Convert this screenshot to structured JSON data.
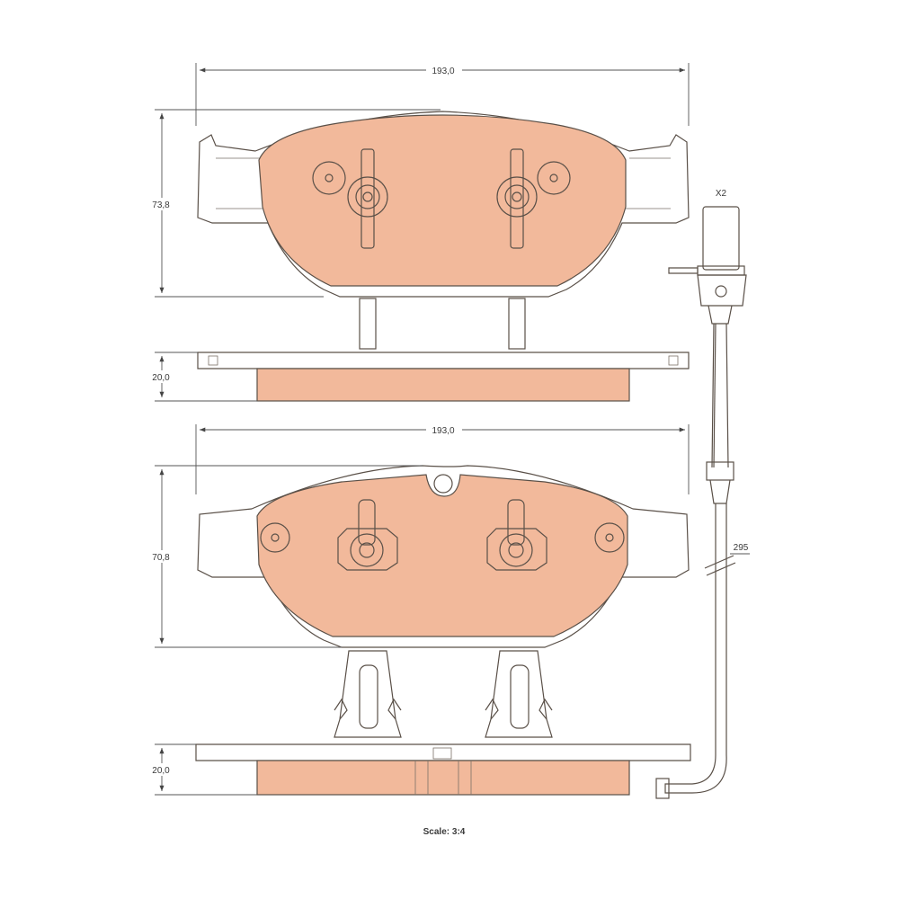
{
  "dimensions": {
    "width_top": "193,0",
    "height_top": "73,8",
    "thickness_top": "20,0",
    "width_bottom": "193,0",
    "height_bottom": "70,8",
    "thickness_bottom": "20,0",
    "sensor_length": "295"
  },
  "sensor": {
    "connector_label": "X2"
  },
  "footer": {
    "scale": "Scale: 3:4"
  },
  "colors": {
    "friction_fill": "#f2b99b",
    "backplate_fill": "#ffffff",
    "outline": "#5a5048"
  }
}
